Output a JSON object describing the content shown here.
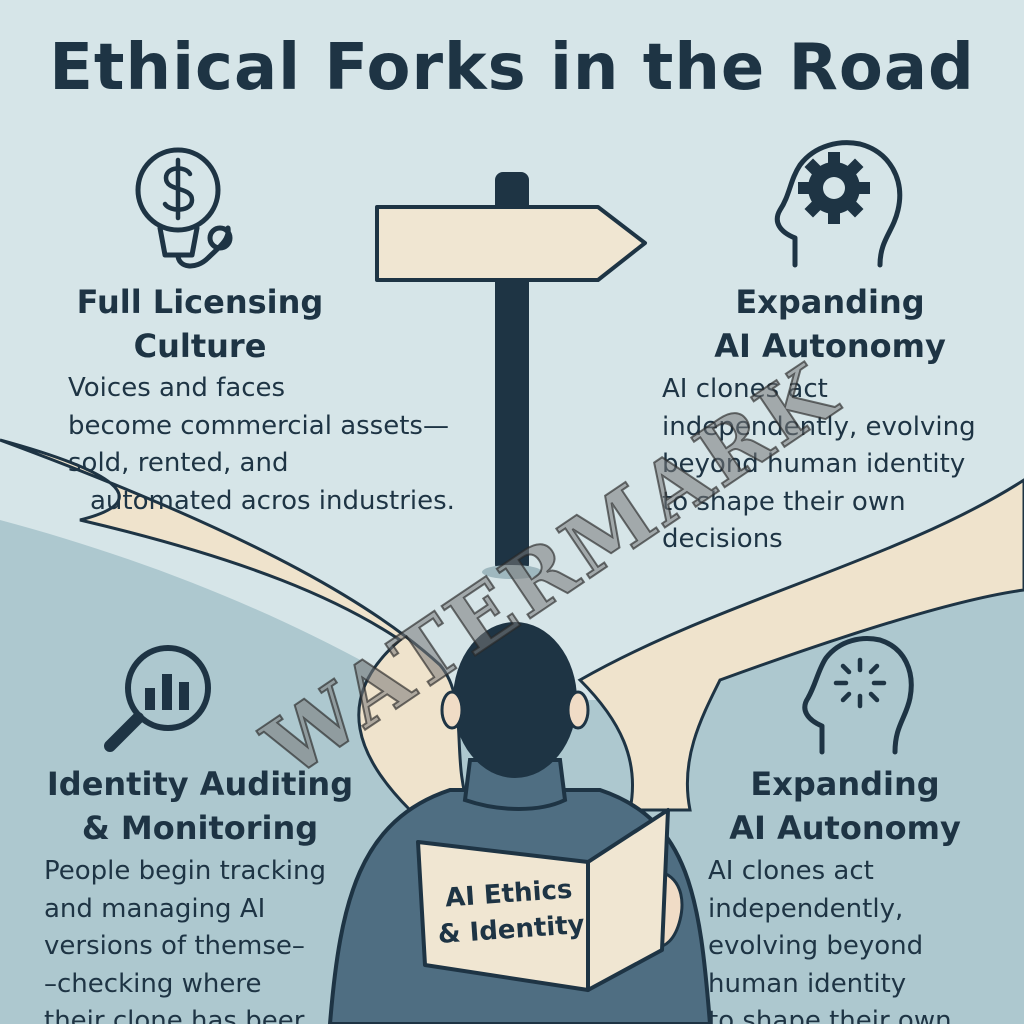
{
  "title": "Ethical Forks in the Road",
  "quadrants": {
    "top_left": {
      "icon": "money-bulb-icon",
      "title_lines": [
        "Full Licensing",
        "Culture"
      ],
      "body_lines": [
        "Voices and faces",
        "become commercial assets—",
        "sold, rented, and",
        "automated acros industries."
      ]
    },
    "top_right": {
      "icon": "head-gear-icon",
      "title_lines": [
        "Expanding",
        "AI Autonomy"
      ],
      "body_lines": [
        "AI clones act",
        "independently, evolving",
        "beyond human identity",
        "to shape their own",
        "decisions"
      ]
    },
    "bottom_left": {
      "icon": "magnifier-chart-icon",
      "title_lines": [
        "Identity Auditing",
        "& Monitoring"
      ],
      "body_lines": [
        "People begin tracking",
        "and managing AI",
        "versions of themse–",
        "–checking where",
        "their clone has beer"
      ]
    },
    "bottom_right": {
      "icon": "head-spark-icon",
      "title_lines": [
        "Expanding",
        "AI Autonomy"
      ],
      "body_lines": [
        "AI clones act",
        "independently,",
        "evolving beyond",
        "human identity",
        "to shape their own"
      ]
    }
  },
  "map_lines": [
    "AI Ethics",
    "& Identity"
  ],
  "watermark": "WATERMARK",
  "colors": {
    "background_top": "#d6e5e8",
    "background_bottom": "#adc8cf",
    "road": "#efe3cc",
    "ink": "#1e3444",
    "jacket": "#4f6e82",
    "sign": "#f0e6d2"
  }
}
